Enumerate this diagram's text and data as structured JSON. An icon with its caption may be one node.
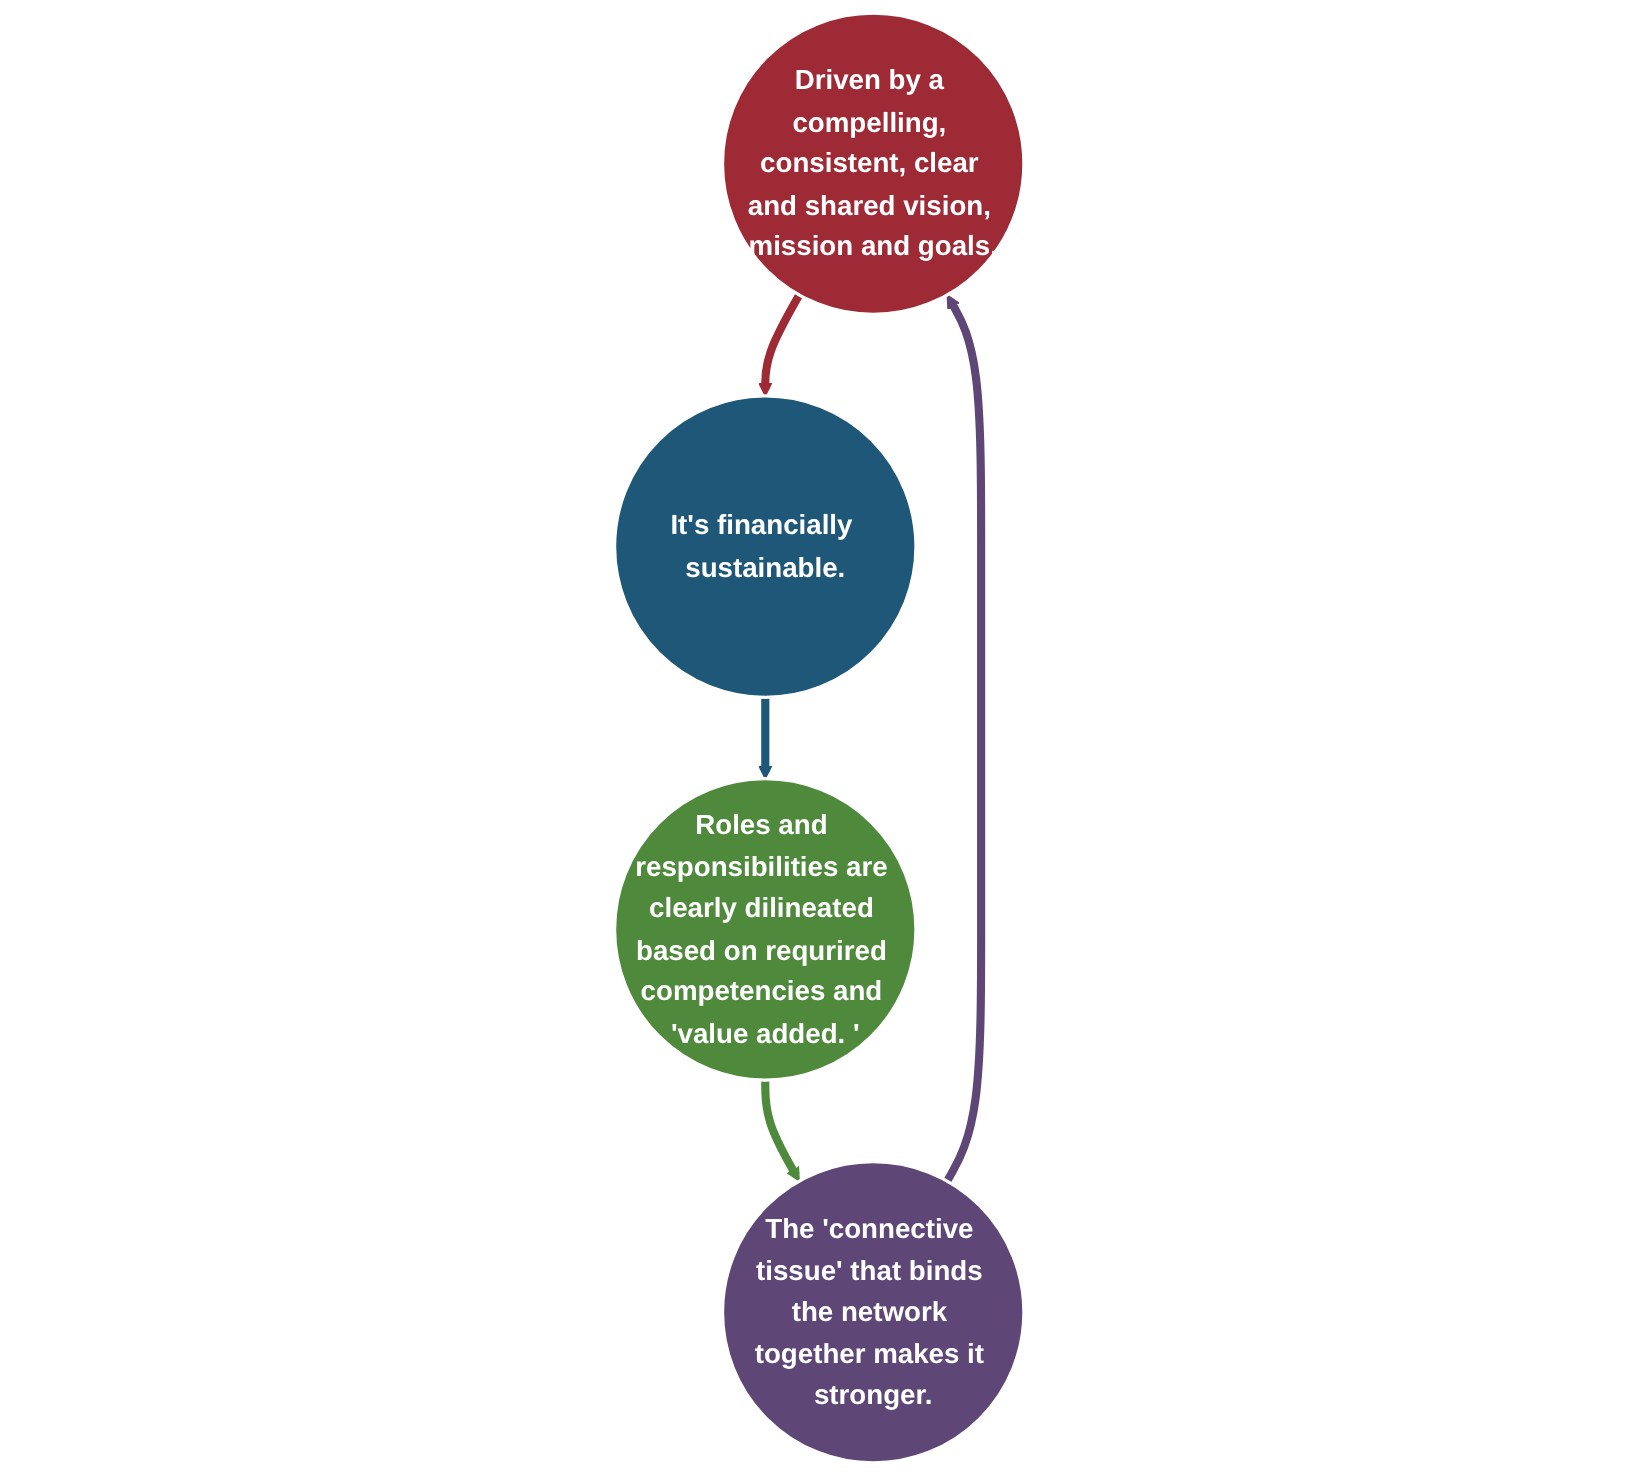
{
  "diagram": {
    "nodes": [
      {
        "text": [
          "Driven by a compelling, consistent, clear and shared vision, mission and goals."
        ]
      },
      {
        "text": [
          "It's financially sustainable."
        ]
      },
      {
        "text": [
          "Roles and responsibilities are clearly dilineated based on requrired competencies and 'value added. '"
        ]
      },
      {
        "text": [
          "The 'connective tissue' that binds the network together makes it stronger."
        ]
      }
    ],
    "edges": [
      {
        "from": 0,
        "to": 1,
        "arrow": "to",
        "color": "#9e2a36"
      },
      {
        "from": 1,
        "to": 2,
        "arrow": "to",
        "color": "#1f5778"
      },
      {
        "from": 2,
        "to": 3,
        "arrow": "to",
        "color": "#4f8a3c"
      },
      {
        "from": 3,
        "to": 0,
        "arrow": "to",
        "color": "#5e4777"
      }
    ]
  }
}
